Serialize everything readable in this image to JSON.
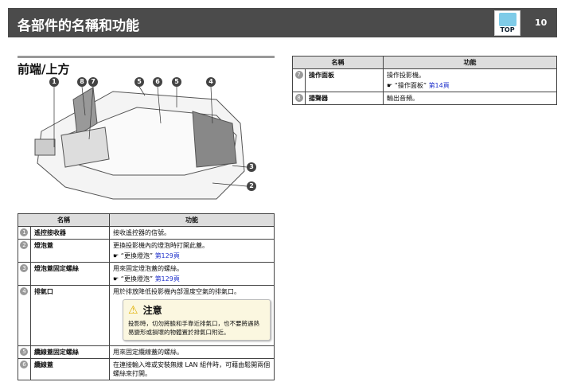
{
  "header": {
    "title": "各部件的名稱和功能",
    "top_label": "TOP",
    "page_number": "10"
  },
  "section_title": "前端/上方",
  "callouts": [
    "1",
    "8",
    "7",
    "5",
    "6",
    "5",
    "4",
    "3",
    "2"
  ],
  "table_headers": {
    "name": "名稱",
    "function": "功能"
  },
  "left_rows": [
    {
      "num": "1",
      "name": "遙控接收器",
      "func": "接收遙控器的信號。"
    },
    {
      "num": "2",
      "name": "燈泡蓋",
      "func": "更換投影機內的燈泡時打開此蓋。",
      "ref": "“更換燈泡”",
      "page": "第129頁"
    },
    {
      "num": "3",
      "name": "燈泡蓋固定螺絲",
      "func": "用來固定燈泡蓋的螺絲。",
      "ref": "“更換燈泡”",
      "page": "第129頁"
    },
    {
      "num": "4",
      "name": "排氣口",
      "func": "用於排放降低投影機內部溫度空氣的排氣口。",
      "caution_title": "注意",
      "caution_text": "投影時，切勿將臉和手靠近排氣口，也不要將遇熱易變形或損壞的物體置於排氣口附近。"
    },
    {
      "num": "5",
      "name": "纜線蓋固定螺絲",
      "func": "用來固定纜線蓋的螺絲。"
    },
    {
      "num": "6",
      "name": "纜線蓋",
      "func": "在連接輸入埠或安裝無線 LAN 組件時，可藉由鬆開兩個螺絲來打開。"
    }
  ],
  "right_rows": [
    {
      "num": "7",
      "name": "操作面板",
      "func": "操作投影機。",
      "ref": "“操作面板”",
      "page": "第14頁"
    },
    {
      "num": "8",
      "name": "揚聲器",
      "func": "輸出音頻。"
    }
  ]
}
